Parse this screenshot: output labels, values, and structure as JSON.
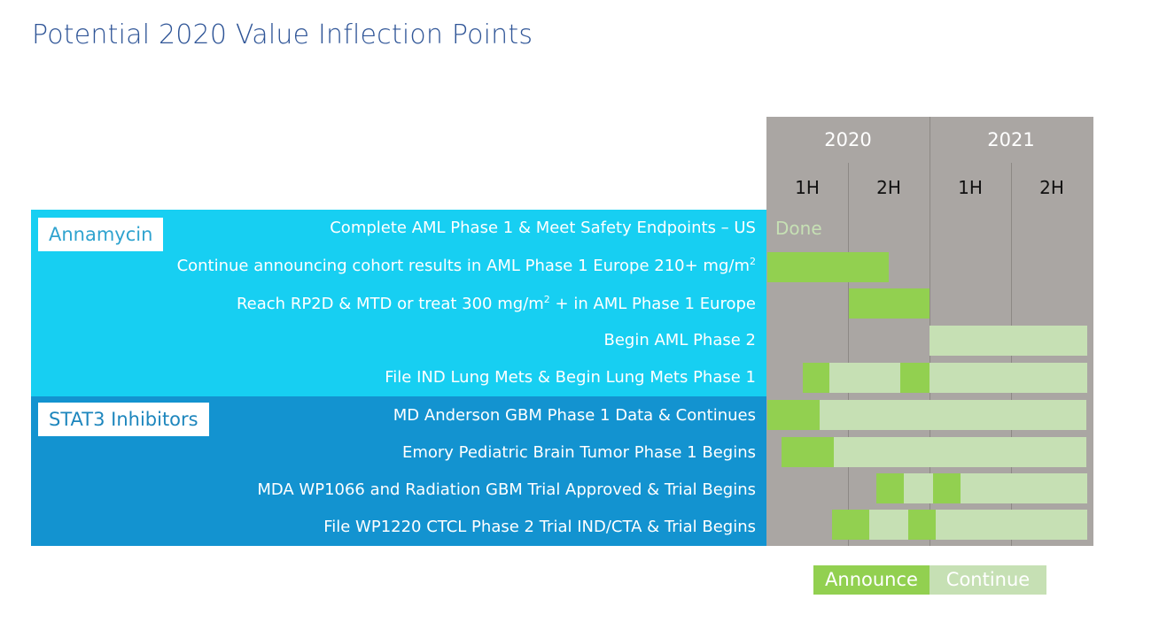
{
  "title": "Potential 2020 Value Inflection Points",
  "timeline": {
    "years": [
      "2020",
      "2021"
    ],
    "halves": [
      "1H",
      "2H",
      "1H",
      "2H"
    ]
  },
  "groups": [
    {
      "label": "Annamycin"
    },
    {
      "label": "STAT3 Inhibitors"
    }
  ],
  "rows": [
    {
      "text": "Complete AML Phase 1 & Meet Safety Endpoints – US",
      "status": "Done",
      "segments": []
    },
    {
      "text_pre": "Continue announcing cohort results in AML Phase 1 Europe 210+ mg/m",
      "sup": "2",
      "text_post": "",
      "segments": [
        {
          "type": "announce",
          "start": 0.0,
          "end": 0.75
        }
      ]
    },
    {
      "text_pre": "Reach RP2D & MTD or treat 300 mg/m",
      "sup": "2",
      "text_post": " + in AML Phase 1 Europe",
      "segments": [
        {
          "type": "announce",
          "start": 0.5,
          "end": 1.0
        }
      ]
    },
    {
      "text": "Begin AML Phase 2",
      "segments": [
        {
          "type": "continue",
          "start": 1.0,
          "end": 1.97
        }
      ]
    },
    {
      "text": "File IND Lung Mets & Begin Lung Mets Phase 1",
      "segments": [
        {
          "type": "announce",
          "start": 0.22,
          "end": 0.38
        },
        {
          "type": "continue",
          "start": 0.38,
          "end": 0.82
        },
        {
          "type": "announce",
          "start": 0.82,
          "end": 1.0
        },
        {
          "type": "continue",
          "start": 1.0,
          "end": 1.97
        }
      ]
    },
    {
      "text": "MD Anderson GBM Phase 1 Data & Continues",
      "segments": [
        {
          "type": "announce",
          "start": 0.0,
          "end": 0.32
        },
        {
          "type": "continue",
          "start": 0.32,
          "end": 1.97
        }
      ]
    },
    {
      "text": "Emory Pediatric Brain Tumor Phase 1 Begins",
      "segments": [
        {
          "type": "announce",
          "start": 0.09,
          "end": 0.41
        },
        {
          "type": "continue",
          "start": 0.41,
          "end": 1.97
        }
      ]
    },
    {
      "text": "MDA WP1066 and Radiation GBM Trial Approved & Trial Begins",
      "segments": [
        {
          "type": "announce",
          "start": 0.67,
          "end": 0.84
        },
        {
          "type": "continue",
          "start": 0.84,
          "end": 1.02
        },
        {
          "type": "announce",
          "start": 1.02,
          "end": 1.19
        },
        {
          "type": "continue",
          "start": 1.19,
          "end": 1.97
        }
      ]
    },
    {
      "text": "File WP1220 CTCL Phase 2 Trial IND/CTA  & Trial Begins",
      "segments": [
        {
          "type": "announce",
          "start": 0.4,
          "end": 0.63
        },
        {
          "type": "continue",
          "start": 0.63,
          "end": 0.87
        },
        {
          "type": "announce",
          "start": 0.87,
          "end": 1.04
        },
        {
          "type": "continue",
          "start": 1.04,
          "end": 1.97
        }
      ]
    }
  ],
  "legend": {
    "announce": "Announce",
    "continue": "Continue"
  },
  "colors": {
    "announce": "#92d050",
    "continue": "#c6e0b4",
    "annamycin_panel": "#17cff2",
    "stat3_panel": "#1393d0",
    "timeline_bg": "#aaa6a3",
    "title": "#2f5597"
  }
}
